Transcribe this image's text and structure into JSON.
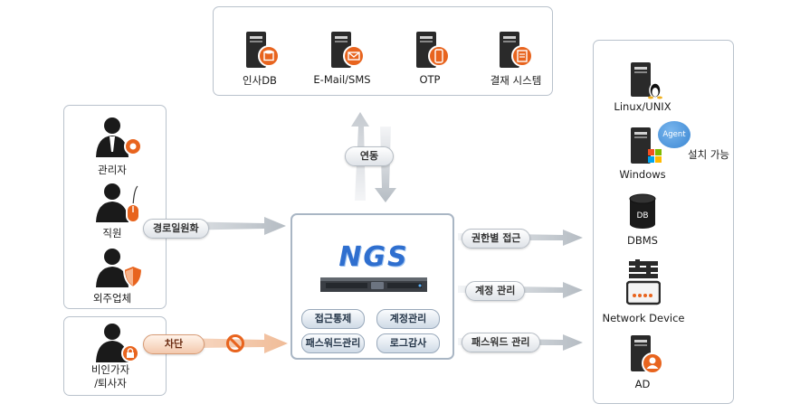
{
  "top_systems": [
    {
      "label": "인사DB",
      "icon": "database-badge-icon"
    },
    {
      "label": "E-Mail/SMS",
      "icon": "mail-badge-icon"
    },
    {
      "label": "OTP",
      "icon": "mobile-badge-icon"
    },
    {
      "label": "결재 시스템",
      "icon": "document-badge-icon"
    }
  ],
  "sync_label": "연동",
  "users": [
    {
      "label": "관리자",
      "icon": "admin-user-icon"
    },
    {
      "label": "직원",
      "icon": "employee-user-icon"
    },
    {
      "label": "외주업체",
      "icon": "contractor-user-icon"
    }
  ],
  "blocked_user": {
    "line1": "비인가자",
    "line2": "/퇴사자",
    "icon": "unauthorized-user-icon"
  },
  "route_label": "경로일원화",
  "block_label": "차단",
  "ngs": {
    "logo": "NGS",
    "functions": [
      "접근통제",
      "계정관리",
      "패스워드관리",
      "로그감사"
    ]
  },
  "outputs": [
    "권한별 접근",
    "계정 관리",
    "패스워드 관리"
  ],
  "targets": [
    {
      "label": "Linux/UNIX",
      "icon": "linux-server-icon"
    },
    {
      "label": "Windows",
      "icon": "windows-server-icon"
    },
    {
      "label": "DBMS",
      "icon": "database-icon"
    },
    {
      "label": "Network Device",
      "icon": "network-device-icon"
    },
    {
      "label": "AD",
      "icon": "ad-server-icon"
    }
  ],
  "agent": {
    "badge": "Agent",
    "note": "설치 가능"
  },
  "colors": {
    "orange": "#e8641e",
    "server": "#2a2a2a",
    "ngs_blue": "#2f6fcf",
    "border": "#b9c2cc"
  }
}
